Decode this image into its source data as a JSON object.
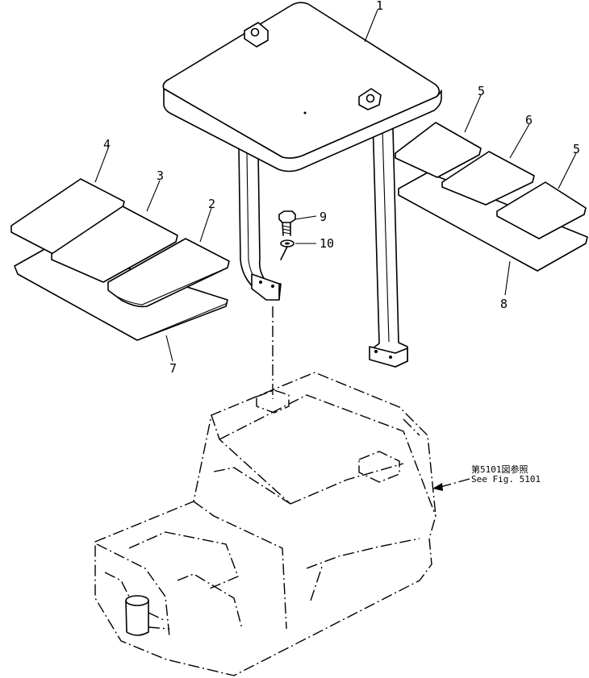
{
  "callouts": {
    "c1": "1",
    "c2": "2",
    "c3": "3",
    "c4": "4",
    "c5a": "5",
    "c5b": "5",
    "c6": "6",
    "c7": "7",
    "c8": "8",
    "c9": "9",
    "c10": "10"
  },
  "reference": {
    "jp": "第5101図参照",
    "en": "See Fig. 5101"
  }
}
